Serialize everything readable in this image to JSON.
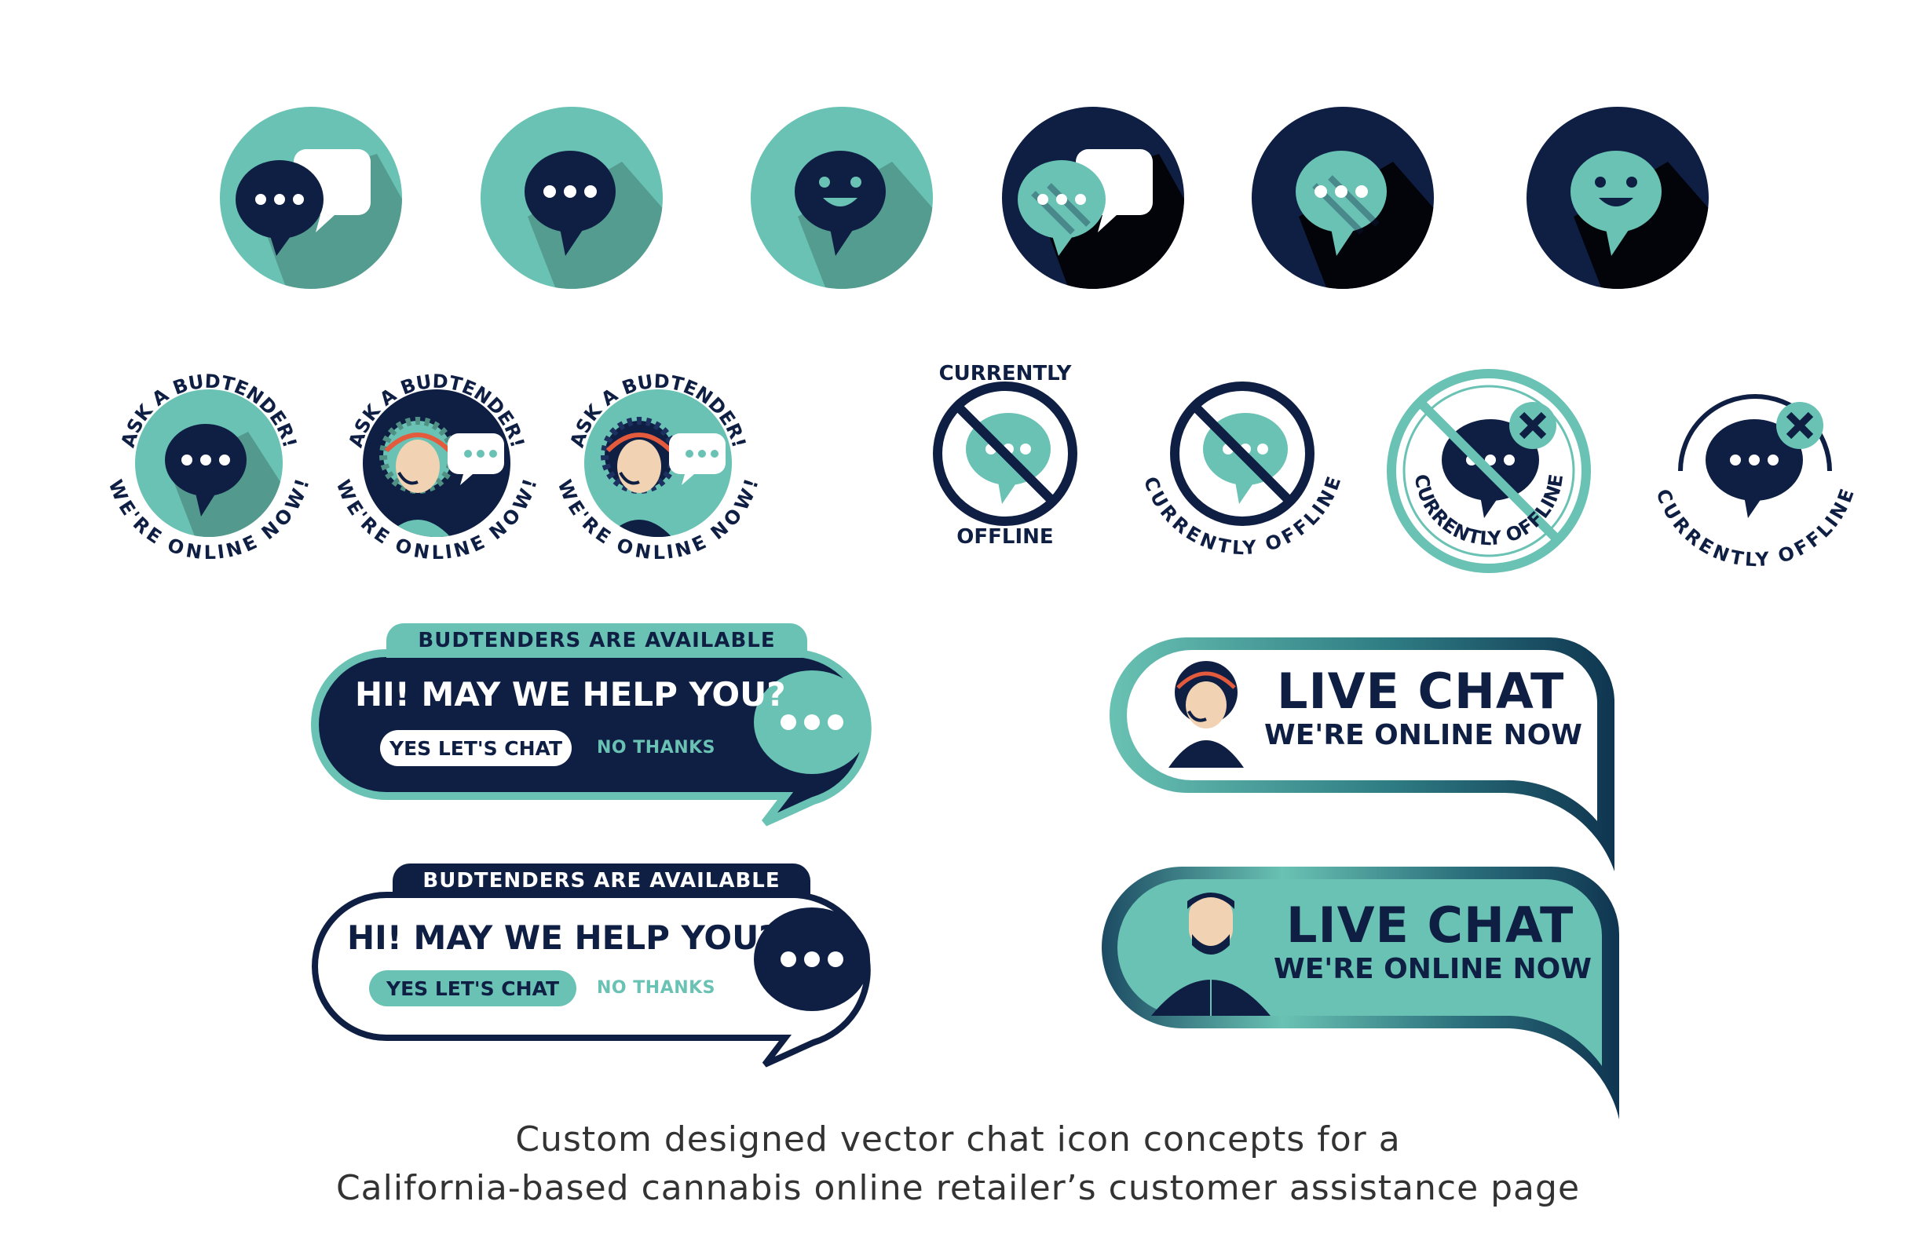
{
  "colors": {
    "teal": "#69c2b3",
    "navy": "#0f1f44",
    "white": "#ffffff",
    "text": "#333333"
  },
  "round_icons": [
    {
      "name": "chat-double-bubble-teal-icon"
    },
    {
      "name": "chat-dots-teal-icon"
    },
    {
      "name": "chat-smiley-teal-icon"
    },
    {
      "name": "chat-double-bubble-navy-icon"
    },
    {
      "name": "chat-dots-navy-icon"
    },
    {
      "name": "chat-smiley-navy-icon"
    }
  ],
  "online_badges": {
    "top_text": "ASK A BUDTENDER!",
    "bottom_text": "WE'RE ONLINE NOW!"
  },
  "offline_badges": {
    "top_word": "CURRENTLY",
    "bottom_word": "OFFLINE",
    "arc_text": "CURRENTLY OFFLINE"
  },
  "help_banners": {
    "tab_label": "BUDTENDERS ARE AVAILABLE",
    "headline": "HI! MAY WE HELP YOU?",
    "yes_label": "YES LET'S CHAT",
    "no_label": "NO THANKS"
  },
  "live_chat": {
    "title": "LIVE CHAT",
    "subtitle": "WE'RE ONLINE NOW"
  },
  "caption": {
    "line1": "Custom designed vector chat icon concepts for a",
    "line2": "California-based cannabis online retailer’s customer assistance page"
  }
}
